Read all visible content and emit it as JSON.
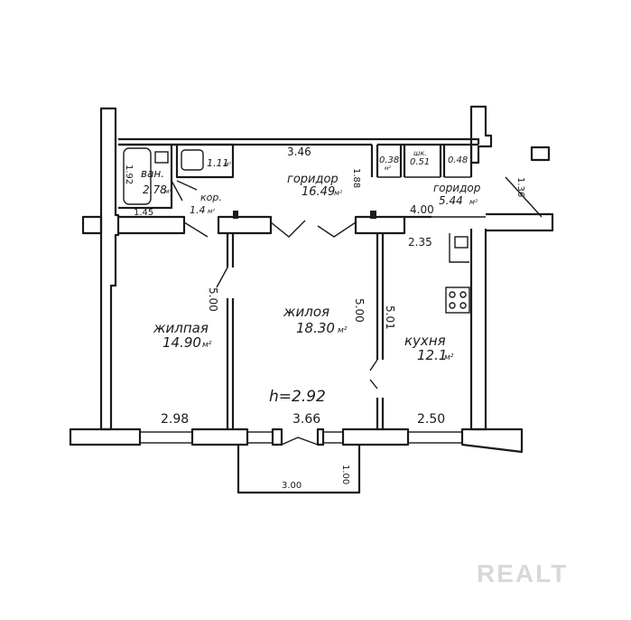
{
  "rooms": {
    "living_left": {
      "name": "жилпая",
      "area": "14.90",
      "unit": "м²"
    },
    "living_center": {
      "name": "жилоя",
      "area": "18.30",
      "unit": "м²"
    },
    "kitchen": {
      "name": "кухня",
      "area": "12.1",
      "unit": "м²"
    },
    "corridor_main": {
      "name": "горидор",
      "area": "16.49",
      "unit": "м²"
    },
    "corridor_right": {
      "name": "горидор",
      "area": "5.44",
      "unit": "м²"
    },
    "bath": {
      "name": "ван.",
      "area": "2.78",
      "unit": "м²"
    },
    "toilet": {
      "name": "1.11",
      "unit": "м²"
    },
    "pantry": {
      "name": "кор.",
      "area": "1.4",
      "unit": "м²"
    },
    "closet1": {
      "area": "0.38",
      "unit": "м²"
    },
    "closet2": {
      "name": "шк.",
      "area": "0.51"
    },
    "closet3": {
      "area": "0.48"
    }
  },
  "dimensions": {
    "top_346": "3.46",
    "v_188": "1.88",
    "v_136": "1.36",
    "d_400": "4.00",
    "d_235": "2.35",
    "v_500a": "5.00",
    "v_500b": "5.00",
    "v_501": "5.01",
    "d_298": "2.98",
    "d_366": "3.66",
    "d_250": "2.50",
    "d_300": "3.00",
    "d_100": "1.00",
    "d_192": "1.92",
    "d_145": "1.45",
    "ceiling": "h=2.92"
  },
  "watermark": "REALT"
}
